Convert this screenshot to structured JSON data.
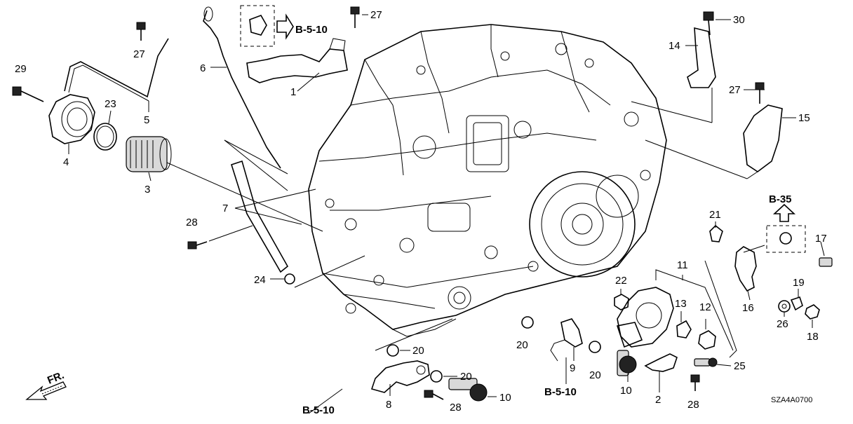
{
  "callouts": [
    {
      "id": "c1",
      "text": "1"
    },
    {
      "id": "c2",
      "text": "2"
    },
    {
      "id": "c3",
      "text": "3"
    },
    {
      "id": "c4",
      "text": "4"
    },
    {
      "id": "c5",
      "text": "5"
    },
    {
      "id": "c6",
      "text": "6"
    },
    {
      "id": "c7",
      "text": "7"
    },
    {
      "id": "c8",
      "text": "8"
    },
    {
      "id": "c9",
      "text": "9"
    },
    {
      "id": "c10a",
      "text": "10"
    },
    {
      "id": "c10b",
      "text": "10"
    },
    {
      "id": "c11",
      "text": "11"
    },
    {
      "id": "c12",
      "text": "12"
    },
    {
      "id": "c13",
      "text": "13"
    },
    {
      "id": "c14",
      "text": "14"
    },
    {
      "id": "c15",
      "text": "15"
    },
    {
      "id": "c16",
      "text": "16"
    },
    {
      "id": "c17",
      "text": "17"
    },
    {
      "id": "c18",
      "text": "18"
    },
    {
      "id": "c19",
      "text": "19"
    },
    {
      "id": "c20a",
      "text": "20"
    },
    {
      "id": "c20b",
      "text": "20"
    },
    {
      "id": "c20c",
      "text": "20"
    },
    {
      "id": "c20d",
      "text": "20"
    },
    {
      "id": "c21",
      "text": "21"
    },
    {
      "id": "c22",
      "text": "22"
    },
    {
      "id": "c23",
      "text": "23"
    },
    {
      "id": "c24",
      "text": "24"
    },
    {
      "id": "c25",
      "text": "25"
    },
    {
      "id": "c26",
      "text": "26"
    },
    {
      "id": "c27a",
      "text": "27"
    },
    {
      "id": "c27b",
      "text": "27"
    },
    {
      "id": "c27c",
      "text": "27"
    },
    {
      "id": "c28a",
      "text": "28"
    },
    {
      "id": "c28b",
      "text": "28"
    },
    {
      "id": "c28c",
      "text": "28"
    },
    {
      "id": "c29",
      "text": "29"
    },
    {
      "id": "c30",
      "text": "30"
    }
  ],
  "references": {
    "ref_top": "B-5-10",
    "ref_bottom_left": "B-5-10",
    "ref_bottom_center": "B-5-10",
    "ref_right": "B-35"
  },
  "direction_label": "FR.",
  "diagram_code": "SZA4A0700"
}
